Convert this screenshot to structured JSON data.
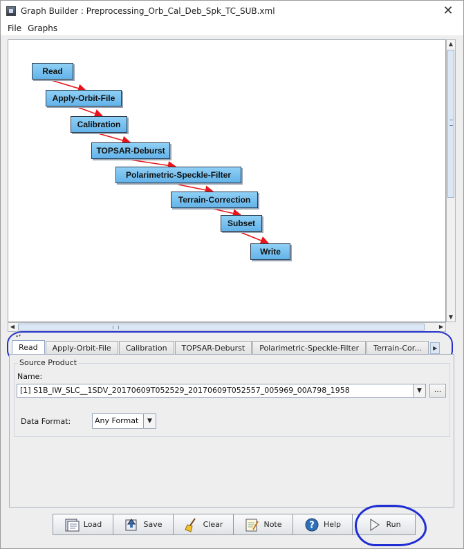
{
  "window": {
    "title": "Graph Builder : Preprocessing_Orb_Cal_Deb_Spk_TC_SUB.xml",
    "close_glyph": "✕"
  },
  "menu": [
    "File",
    "Graphs"
  ],
  "graph": {
    "nodes": [
      {
        "id": "read",
        "label": "Read"
      },
      {
        "id": "apply-orbit-file",
        "label": "Apply-Orbit-File"
      },
      {
        "id": "calibration",
        "label": "Calibration"
      },
      {
        "id": "topsar-deburst",
        "label": "TOPSAR-Deburst"
      },
      {
        "id": "polarimetric-speckle-filter",
        "label": "Polarimetric-Speckle-Filter"
      },
      {
        "id": "terrain-correction",
        "label": "Terrain-Correction"
      },
      {
        "id": "subset",
        "label": "Subset"
      },
      {
        "id": "write",
        "label": "Write"
      }
    ],
    "edge_color": "#e8141a"
  },
  "tabs": [
    {
      "label": "Read",
      "active": true
    },
    {
      "label": "Apply-Orbit-File"
    },
    {
      "label": "Calibration"
    },
    {
      "label": "TOPSAR-Deburst"
    },
    {
      "label": "Polarimetric-Speckle-Filter"
    },
    {
      "label": "Terrain-Cor..."
    }
  ],
  "source_product": {
    "group_title": "Source Product",
    "name_label": "Name:",
    "name_value": "[1] S1B_IW_SLC__1SDV_20170609T052529_20170609T052557_005969_00A798_1958",
    "browse_label": "...",
    "data_format_label": "Data Format:",
    "data_format_value": "Any Format"
  },
  "buttons": {
    "load": "Load",
    "save": "Save",
    "clear": "Clear",
    "note": "Note",
    "help": "Help",
    "run": "Run"
  },
  "colors": {
    "node_fill": "#6fbbee",
    "annotation": "#2432c8"
  },
  "icons": {
    "load": "folder-open-icon",
    "save": "save-icon",
    "clear": "broom-icon",
    "note": "note-icon",
    "help": "help-icon",
    "run": "play-icon"
  }
}
